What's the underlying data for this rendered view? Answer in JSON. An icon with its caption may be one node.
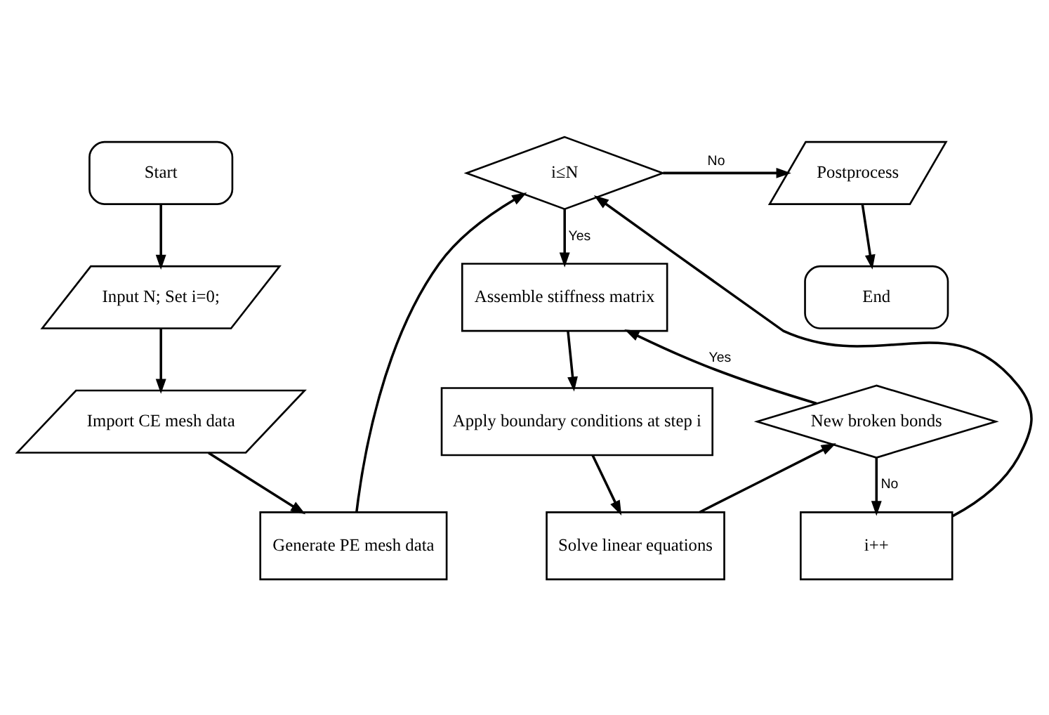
{
  "diagram": {
    "nodes": [
      {
        "text": [
          "Start"
        ]
      },
      {
        "text": [
          "Input N; Set i=0;"
        ]
      },
      {
        "text": [
          "Import CE mesh data"
        ]
      },
      {
        "text": [
          "Generate PE mesh data"
        ]
      },
      {
        "text": [
          "i≤N"
        ]
      },
      {
        "text": [
          "Postprocess"
        ]
      },
      {
        "text": [
          "End"
        ]
      },
      {
        "text": [
          "Assemble stiffness matrix"
        ]
      },
      {
        "text": [
          "Apply boundary conditions at step i"
        ]
      },
      {
        "text": [
          "Solve linear equations"
        ]
      },
      {
        "text": [
          "New broken bonds"
        ]
      },
      {
        "text": [
          "i++"
        ]
      }
    ],
    "edges": [
      {
        "from": 0,
        "to": 1,
        "arrow": "to"
      },
      {
        "from": 1,
        "to": 2,
        "arrow": "to"
      },
      {
        "from": 2,
        "to": 3,
        "arrow": "to"
      },
      {
        "from": 3,
        "to": 4,
        "arrow": "to"
      },
      {
        "from": 4,
        "to": 5,
        "arrow": "to",
        "label": "No"
      },
      {
        "from": 5,
        "to": 6,
        "arrow": "to"
      },
      {
        "from": 4,
        "to": 7,
        "arrow": "to",
        "label": "Yes"
      },
      {
        "from": 7,
        "to": 8,
        "arrow": "to"
      },
      {
        "from": 8,
        "to": 9,
        "arrow": "to"
      },
      {
        "from": 9,
        "to": 10,
        "arrow": "to"
      },
      {
        "from": 10,
        "to": 7,
        "arrow": "to",
        "label": "Yes"
      },
      {
        "from": 10,
        "to": 11,
        "arrow": "to",
        "label": "No"
      },
      {
        "from": 11,
        "to": 4,
        "arrow": "to"
      }
    ]
  }
}
